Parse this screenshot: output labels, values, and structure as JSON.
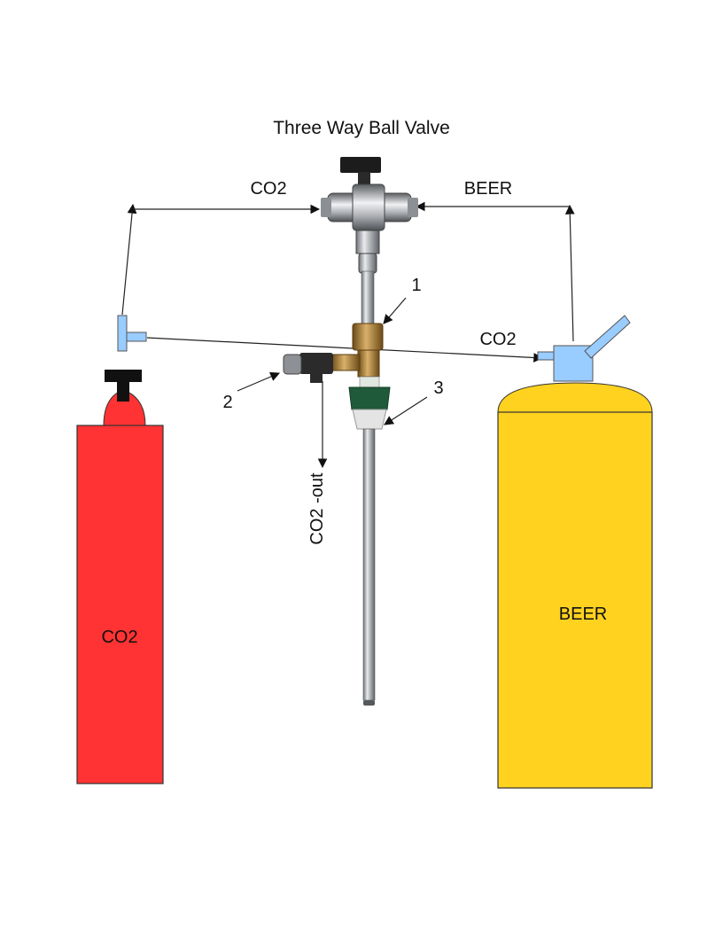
{
  "title": "Three Way Ball Valve",
  "labels": {
    "co2_top": "CO2",
    "beer_top": "BEER",
    "co2_keg": "CO2",
    "co2_out": "CO2 -out",
    "num1": "1",
    "num2": "2",
    "num3": "3"
  },
  "cylinders": {
    "co2": {
      "label": "CO2",
      "color": "#ff3333"
    },
    "beer": {
      "label": "BEER",
      "color": "#ffd21f"
    }
  },
  "colors": {
    "fitting": "#99ccff",
    "line": "#222222",
    "valve_cap": "#111111",
    "brass": "#a57b2e",
    "steel": "#b9bcc0"
  }
}
